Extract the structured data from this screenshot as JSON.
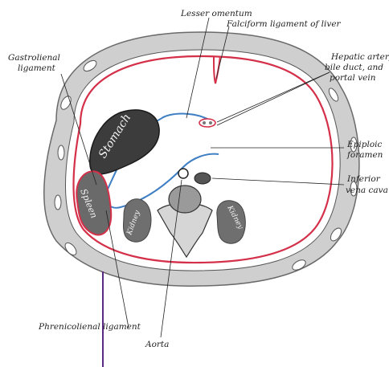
{
  "labels": {
    "lesser_omentum": "Lesser omentum",
    "falciform_ligament": "Falciform ligament of liver",
    "gastrolienal_ligament_1": "Gastrolienal",
    "gastrolienal_ligament_2": "ligament",
    "hepatic_1": "Hepatic artery",
    "hepatic_2": "bile duct, and",
    "hepatic_3": "portal vein",
    "epiploic_1": "Epiploic",
    "epiploic_2": "foramen",
    "inferior_vena_cava_1": "Inferior",
    "inferior_vena_cava_2": "vena cava",
    "phrenicolienal_ligament": "Phrenicolienal ligament",
    "aorta": "Aorta"
  },
  "organ_labels": {
    "stomach": "Stomach",
    "spleen": "Spleen",
    "kidney_left": "Kidney",
    "kidney_right": "Kidney"
  },
  "colors": {
    "peritoneum_red": "#d4304a",
    "lesser_sac_blue": "#3f7fc4",
    "annotation_purple": "#5a2a82",
    "wall_gray": "#c9c9c9"
  }
}
